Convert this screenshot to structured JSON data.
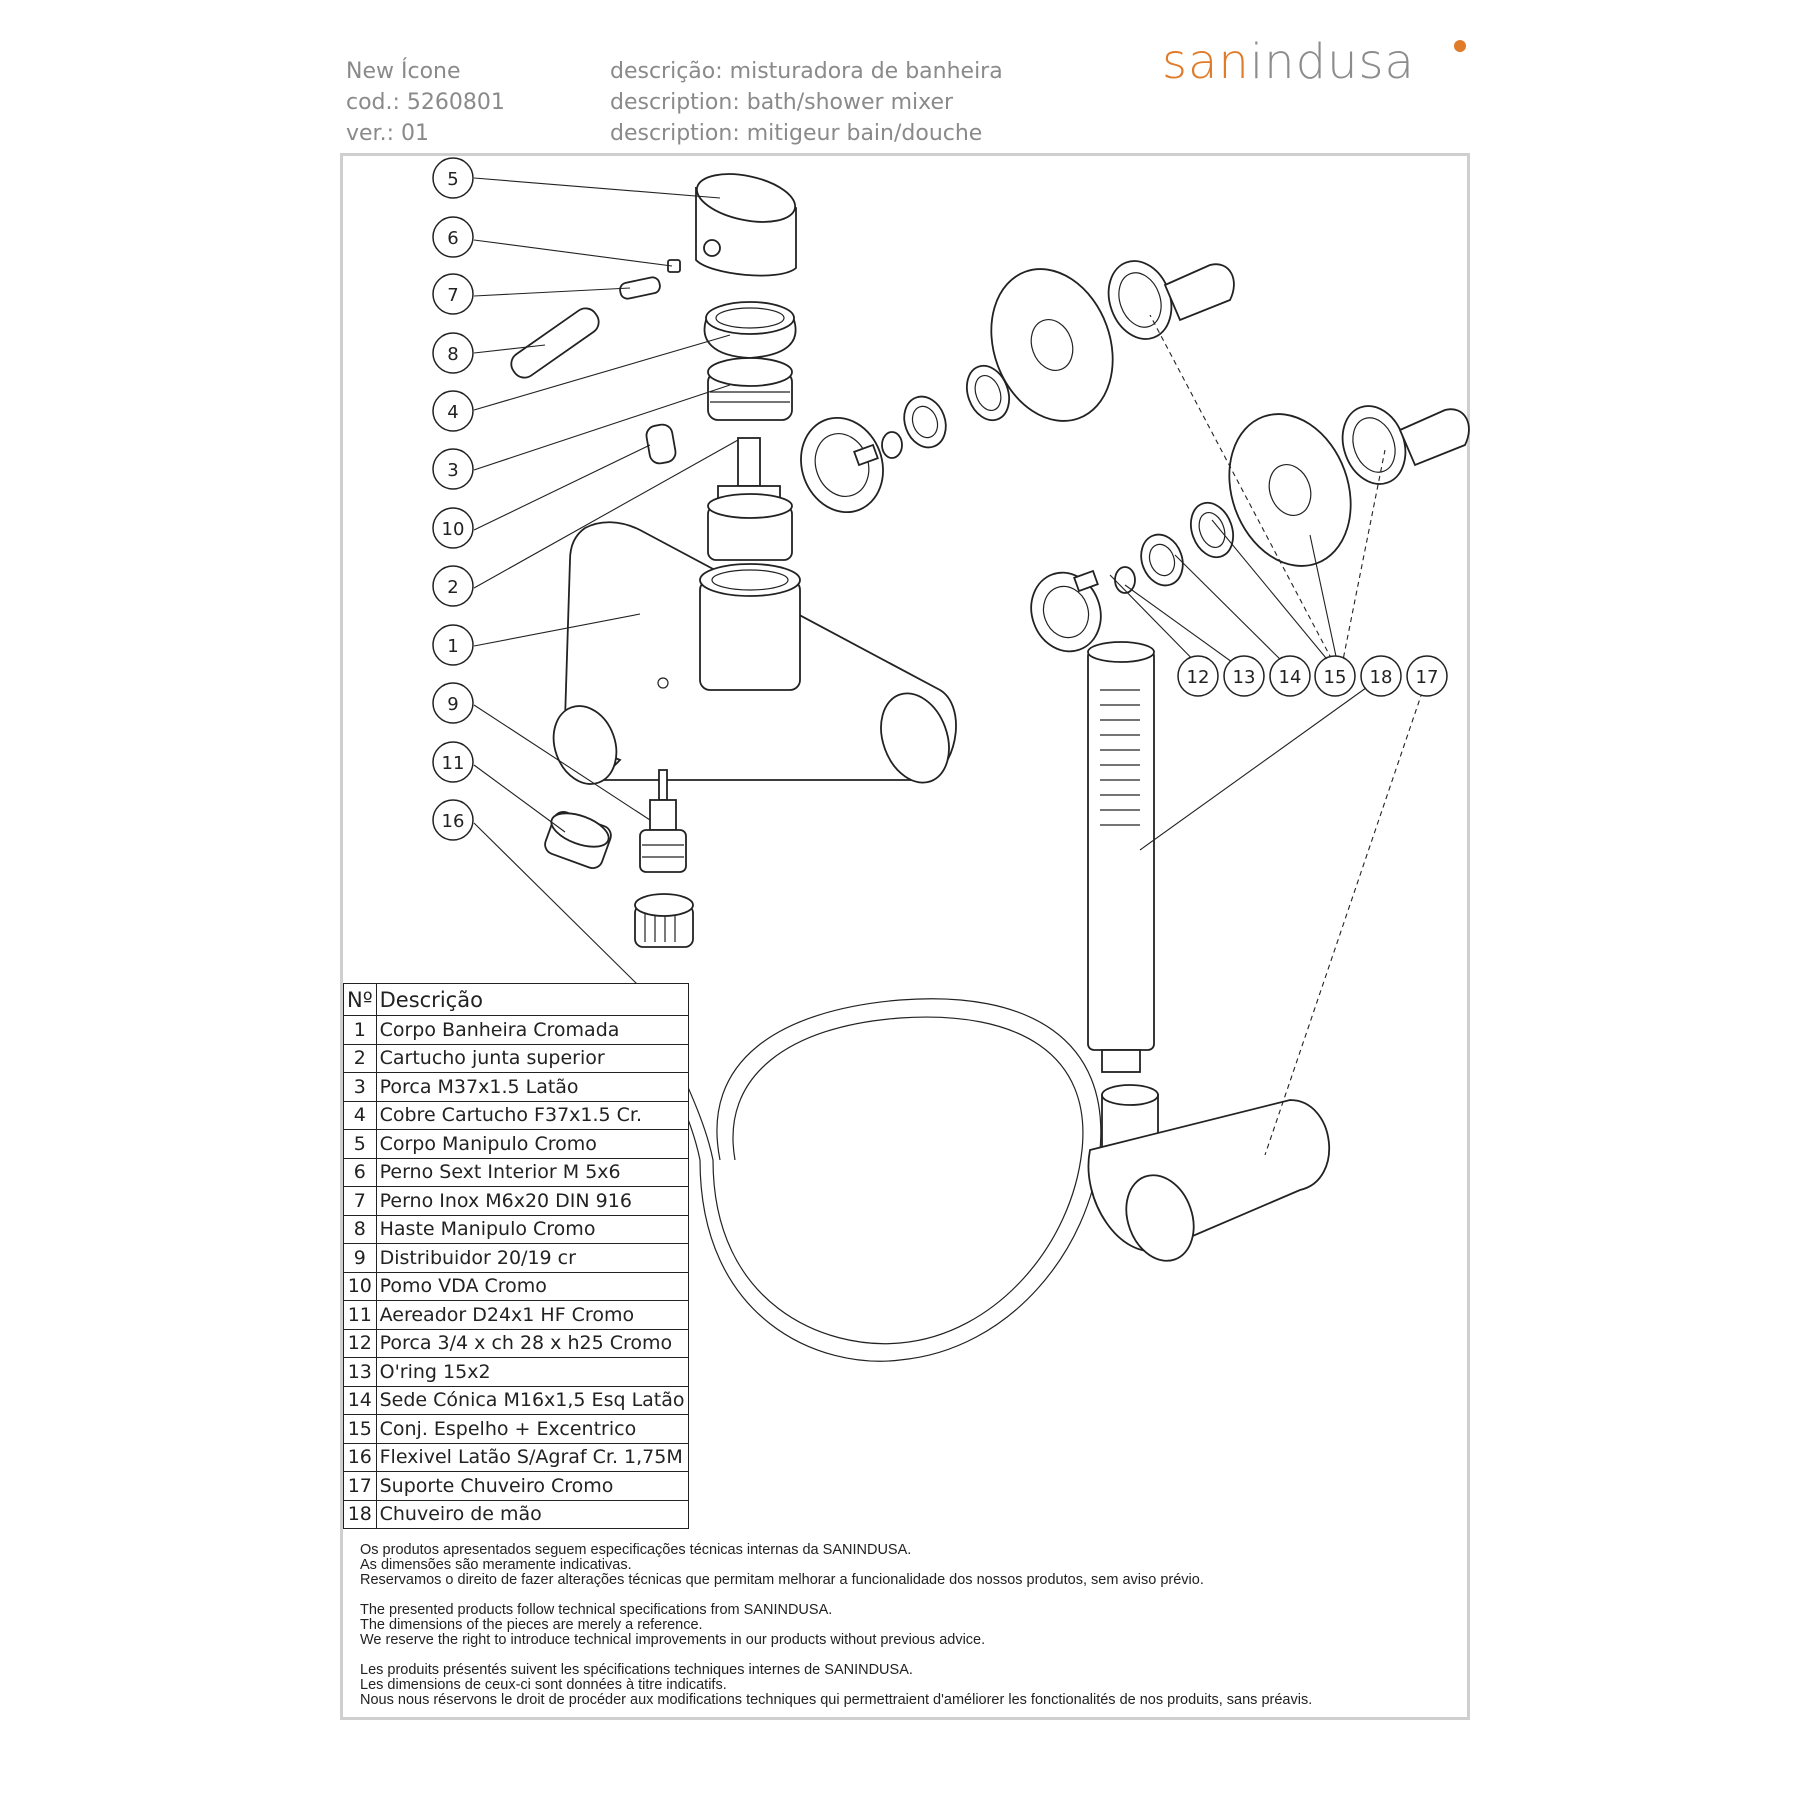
{
  "header": {
    "product": "New Ícone",
    "code": "cod.: 5260801",
    "version": "ver.: 01",
    "description_pt": "descrição: misturadora de banheira",
    "description_en": "description: bath/shower mixer",
    "description_fr": "description: mitigeur bain/douche"
  },
  "logo": {
    "part1": "san",
    "part2": "indusa",
    "brand_color": "#e07b2a",
    "gray": "#8c8c8c"
  },
  "callouts": [
    "5",
    "6",
    "7",
    "8",
    "4",
    "3",
    "10",
    "2",
    "1",
    "9",
    "11",
    "16",
    "12",
    "13",
    "14",
    "15",
    "18",
    "17"
  ],
  "table": {
    "col_no": "Nº",
    "col_desc": "Descrição",
    "rows": [
      {
        "n": "1",
        "d": "Corpo Banheira Cromada"
      },
      {
        "n": "2",
        "d": "Cartucho junta superior"
      },
      {
        "n": "3",
        "d": "Porca M37x1.5 Latão"
      },
      {
        "n": "4",
        "d": "Cobre Cartucho F37x1.5 Cr."
      },
      {
        "n": "5",
        "d": "Corpo Manipulo Cromo"
      },
      {
        "n": "6",
        "d": "Perno Sext Interior M 5x6"
      },
      {
        "n": "7",
        "d": "Perno Inox M6x20 DIN 916"
      },
      {
        "n": "8",
        "d": "Haste Manipulo Cromo"
      },
      {
        "n": "9",
        "d": "Distribuidor 20/19 cr"
      },
      {
        "n": "10",
        "d": "Pomo VDA Cromo"
      },
      {
        "n": "11",
        "d": "Aereador D24x1 HF Cromo"
      },
      {
        "n": "12",
        "d": "Porca 3/4 x ch 28 x h25 Cromo"
      },
      {
        "n": "13",
        "d": "O'ring 15x2"
      },
      {
        "n": "14",
        "d": "Sede Cónica M16x1,5 Esq Latão"
      },
      {
        "n": "15",
        "d": "Conj. Espelho + Excentrico"
      },
      {
        "n": "16",
        "d": "Flexivel Latão S/Agraf Cr. 1,75M"
      },
      {
        "n": "17",
        "d": "Suporte Chuveiro Cromo"
      },
      {
        "n": "18",
        "d": "Chuveiro de mão"
      }
    ]
  },
  "notes": {
    "pt": [
      "Os produtos apresentados seguem especificações técnicas internas da SANINDUSA.",
      "As dimensões são meramente indicativas.",
      "Reservamos o direito de fazer alterações técnicas que permitam melhorar a funcionalidade dos nossos produtos, sem aviso prévio."
    ],
    "en": [
      "The presented products follow technical specifications from SANINDUSA.",
      "The dimensions of the pieces are merely a reference.",
      "We reserve the right to introduce technical improvements in our products without previous advice."
    ],
    "fr": [
      "Les produits présentés suivent les spécifications techniques internes de SANINDUSA.",
      "Les dimensions de ceux-ci sont données à titre indicatifs.",
      "Nous nous réservons le droit de procéder aux modifications techniques qui permettraient d'améliorer les fonctionalités de nos produits, sans préavis."
    ]
  }
}
